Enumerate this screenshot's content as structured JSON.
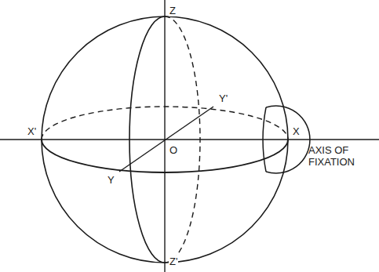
{
  "diagram": {
    "labels": [
      "Z",
      "X'",
      "X",
      "O",
      "Y'",
      "Y",
      "Z'",
      "AXIS OF FIXATION"
    ]
  }
}
